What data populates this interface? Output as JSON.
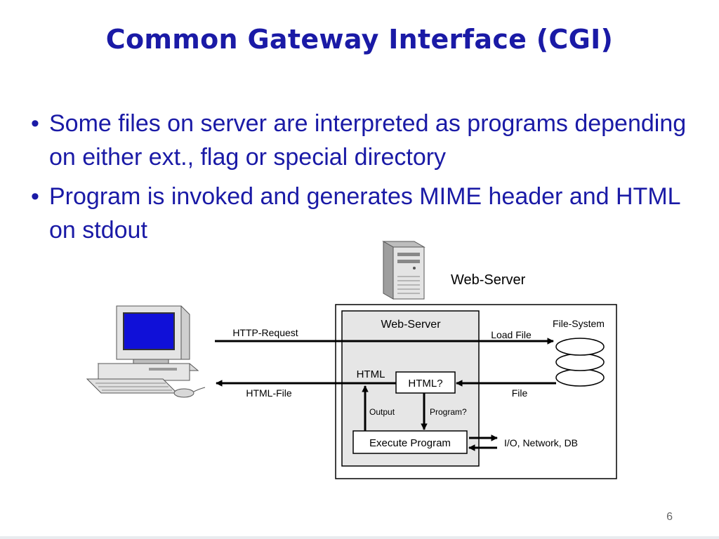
{
  "slide": {
    "title": "Common Gateway Interface (CGI)",
    "bullets": [
      "Some files on server are interpreted as programs depending on either ext., flag or special directory",
      "Program is invoked and generates MIME header and HTML on stdout"
    ],
    "page_number": "6"
  },
  "diagram": {
    "server_caption": "Web-Server",
    "inner_box_title": "Web-Server",
    "file_system_label": "File-System",
    "http_request_label": "HTTP-Request",
    "load_file_label": "Load File",
    "html_label": "HTML",
    "html_check_label": "HTML?",
    "html_file_label": "HTML-File",
    "file_label": "File",
    "output_label": "Output",
    "program_check_label": "Program?",
    "execute_program_label": "Execute Program",
    "io_label": "I/O, Network, DB",
    "icons": [
      "desktop-computer-icon",
      "server-tower-icon",
      "database-disks-icon"
    ],
    "colors": {
      "title": "#1a1aa6",
      "inner_box_fill": "#e6e6e6",
      "screen": "#1010d8"
    }
  }
}
